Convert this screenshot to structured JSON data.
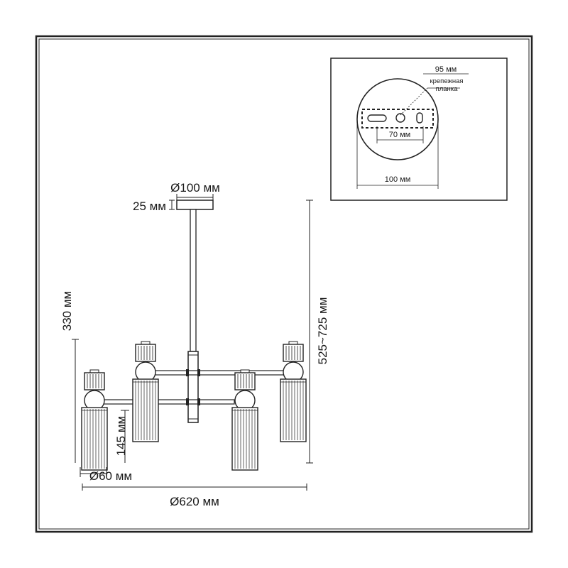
{
  "labels": {
    "canopy_diameter": "Ø100 мм",
    "canopy_height": "25 мм",
    "arm_height": "330 мм",
    "total_height": "525~725 мм",
    "shade_height": "145 мм",
    "shade_diameter": "Ø60 мм",
    "overall_diameter": "Ø620 мм"
  },
  "inset": {
    "plate_length": "95 мм",
    "plate_label_line1": "крепежная",
    "plate_label_line2": "планка",
    "hole_spacing": "70 мм",
    "canopy_width": "100 мм"
  },
  "colors": {
    "line": "#1a1a1a",
    "border": "#333333",
    "background": "#ffffff"
  }
}
